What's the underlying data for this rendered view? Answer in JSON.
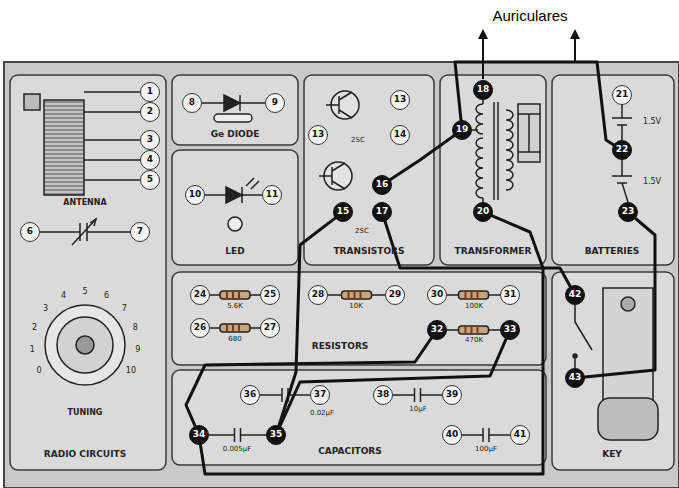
{
  "diagram": {
    "nodes": [
      {
        "text": [
          "RADIO CIRCUITS"
        ]
      },
      {
        "text": [
          "Ge DIODE"
        ]
      },
      {
        "text": [
          "LED"
        ]
      },
      {
        "text": [
          "TRANSISTORS"
        ]
      },
      {
        "text": [
          "TRANSFORMER"
        ]
      },
      {
        "text": [
          "BATTERIES"
        ]
      },
      {
        "text": [
          "RESISTORS"
        ]
      },
      {
        "text": [
          "CAPACITORS"
        ]
      },
      {
        "text": [
          "KEY"
        ]
      },
      {
        "text": [
          "1"
        ],
        "in": 0
      },
      {
        "text": [
          "2"
        ],
        "in": 0
      },
      {
        "text": [
          "3"
        ],
        "in": 0
      },
      {
        "text": [
          "4"
        ],
        "in": 0
      },
      {
        "text": [
          "5"
        ],
        "in": 0
      },
      {
        "text": [
          "6"
        ],
        "in": 0
      },
      {
        "text": [
          "7"
        ],
        "in": 0
      },
      {
        "text": [
          "8"
        ],
        "in": 1
      },
      {
        "text": [
          "9"
        ],
        "in": 1
      },
      {
        "text": [
          "10"
        ],
        "in": 2
      },
      {
        "text": [
          "11"
        ],
        "in": 2
      },
      {
        "text": [
          "13"
        ],
        "in": 3
      },
      {
        "text": [
          "13"
        ],
        "in": 3
      },
      {
        "text": [
          "14"
        ],
        "in": 3
      },
      {
        "text": [
          "15"
        ],
        "in": 3
      },
      {
        "text": [
          "16"
        ],
        "in": 3
      },
      {
        "text": [
          "17"
        ],
        "in": 3
      },
      {
        "text": [
          "18"
        ],
        "in": 4
      },
      {
        "text": [
          "19"
        ],
        "in": 4
      },
      {
        "text": [
          "20"
        ],
        "in": 4
      },
      {
        "text": [
          "21"
        ],
        "in": 5
      },
      {
        "text": [
          "22"
        ],
        "in": 5
      },
      {
        "text": [
          "23"
        ],
        "in": 5
      },
      {
        "text": [
          "24"
        ],
        "in": 6
      },
      {
        "text": [
          "25"
        ],
        "in": 6
      },
      {
        "text": [
          "26"
        ],
        "in": 6
      },
      {
        "text": [
          "27"
        ],
        "in": 6
      },
      {
        "text": [
          "28"
        ],
        "in": 6
      },
      {
        "text": [
          "29"
        ],
        "in": 6
      },
      {
        "text": [
          "30"
        ],
        "in": 6
      },
      {
        "text": [
          "31"
        ],
        "in": 6
      },
      {
        "text": [
          "32"
        ],
        "in": 6
      },
      {
        "text": [
          "33"
        ],
        "in": 6
      },
      {
        "text": [
          "34"
        ],
        "in": 7
      },
      {
        "text": [
          "35"
        ],
        "in": 7
      },
      {
        "text": [
          "36"
        ],
        "in": 7
      },
      {
        "text": [
          "37"
        ],
        "in": 7
      },
      {
        "text": [
          "38"
        ],
        "in": 7
      },
      {
        "text": [
          "39"
        ],
        "in": 7
      },
      {
        "text": [
          "40"
        ],
        "in": 7
      },
      {
        "text": [
          "41"
        ],
        "in": 7
      },
      {
        "text": [
          "42"
        ],
        "in": 8
      },
      {
        "text": [
          "43"
        ],
        "in": 8
      }
    ],
    "edges": [
      {
        "from": 27,
        "to": 30,
        "arrow": "none"
      },
      {
        "from": 24,
        "to": 27,
        "arrow": "none"
      },
      {
        "from": 23,
        "to": 43,
        "arrow": "none"
      },
      {
        "from": 25,
        "to": 50,
        "arrow": "none"
      },
      {
        "from": 28,
        "to": 42,
        "arrow": "none"
      },
      {
        "from": 42,
        "to": 40,
        "arrow": "none"
      },
      {
        "from": 43,
        "to": 41,
        "arrow": "none"
      },
      {
        "from": 31,
        "to": 51,
        "arrow": "none"
      }
    ],
    "labels": [
      "Auriculares",
      "ANTENNA",
      "TUNING",
      "0",
      "1",
      "2",
      "3",
      "4",
      "5",
      "6",
      "7",
      "8",
      "9",
      "10",
      "2SC",
      "2SC",
      "1.5V",
      "1.5V",
      "5.6K",
      "680",
      "10K",
      "100K",
      "470K",
      "0.02µF",
      "10µF",
      "0.005µF",
      "100µF"
    ]
  }
}
